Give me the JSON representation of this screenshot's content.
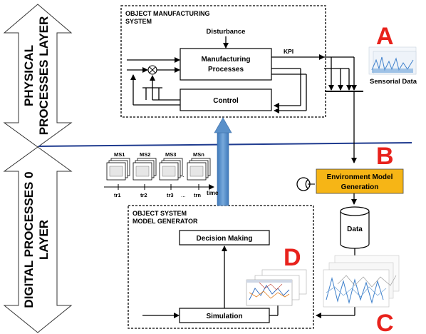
{
  "layers": {
    "physical_line1": "PHYSICAL",
    "physical_line2": "PROCESSES LAYER",
    "digital_line1": "DIGITAL PROCESSES 0",
    "digital_line2": "LAYER"
  },
  "oms": {
    "title_line1": "OBJECT MANUFACTURING",
    "title_line2": "SYSTEM",
    "disturbance": "Disturbance",
    "manufacturing_line1": "Manufacturing",
    "manufacturing_line2": "Processes",
    "kpi": "KPI",
    "control": "Control"
  },
  "osmg": {
    "title_line1": "OBJECT SYSTEM",
    "title_line2": "MODEL GENERATOR",
    "decision_making": "Decision Making",
    "simulation": "Simulation"
  },
  "right_flow": {
    "sensorial_data": "Sensorial Data",
    "env_line1": "Environment Model",
    "env_line2": "Generation",
    "data": "Data"
  },
  "markers": {
    "a": "A",
    "b": "B",
    "c": "C",
    "d": "D"
  },
  "timeline": {
    "ms_labels": [
      "MS1",
      "MS2",
      "MS3",
      "MSn"
    ],
    "tr_labels": [
      "tr1",
      "tr2",
      "tr3",
      "trn"
    ],
    "dots": "...",
    "time": "time"
  },
  "colors": {
    "marker_red": "#e8221c",
    "env_box_fill": "#f6b516",
    "divider_blue": "#1f3b8f",
    "arrow_blue": "#5f95cc"
  }
}
